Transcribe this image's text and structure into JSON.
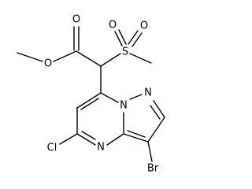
{
  "molecule": {
    "atoms": {
      "O_carbonyl": "O",
      "O_ester": "O",
      "S": "S",
      "O_s_left": "O",
      "O_s_right": "O",
      "N_bridge": "N",
      "N_pyrazole": "N",
      "N_pyrimidine": "N",
      "Cl": "Cl",
      "Br": "Br"
    }
  }
}
